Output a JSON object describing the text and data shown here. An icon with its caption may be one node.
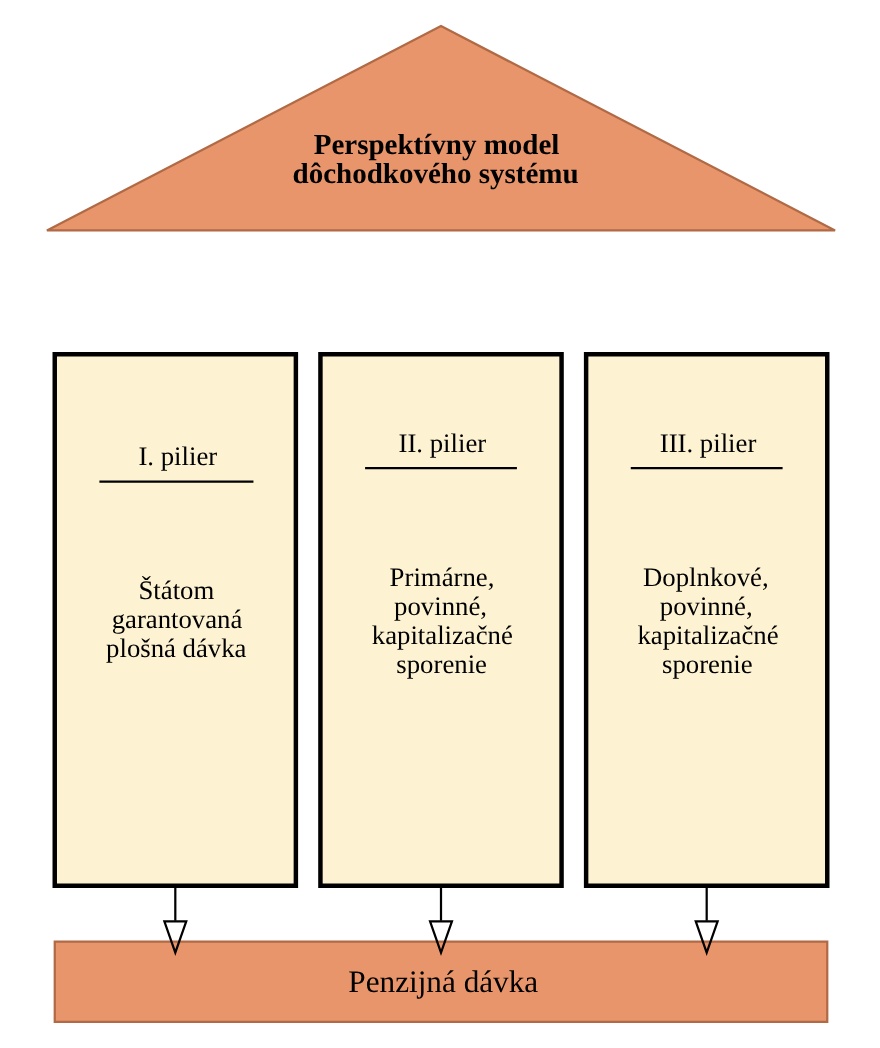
{
  "diagram": {
    "nodes": [
      {
        "text": [
          "Perspektívny model dôchodkového systému"
        ]
      },
      {
        "text": [
          "I. pilier",
          "Štátom garantovaná plošná dávka"
        ]
      },
      {
        "text": [
          "II. pilier",
          "Primárne, povinné, kapitalizačné sporenie"
        ]
      },
      {
        "text": [
          "III. pilier",
          "Doplnkové, povinné, kapitalizačné sporenie"
        ]
      },
      {
        "text": [
          "Penzijná dávka"
        ]
      }
    ],
    "edges": [
      {
        "from": 1,
        "to": 4,
        "arrow": "to"
      },
      {
        "from": 2,
        "to": 4,
        "arrow": "to"
      },
      {
        "from": 3,
        "to": 4,
        "arrow": "to"
      }
    ]
  }
}
